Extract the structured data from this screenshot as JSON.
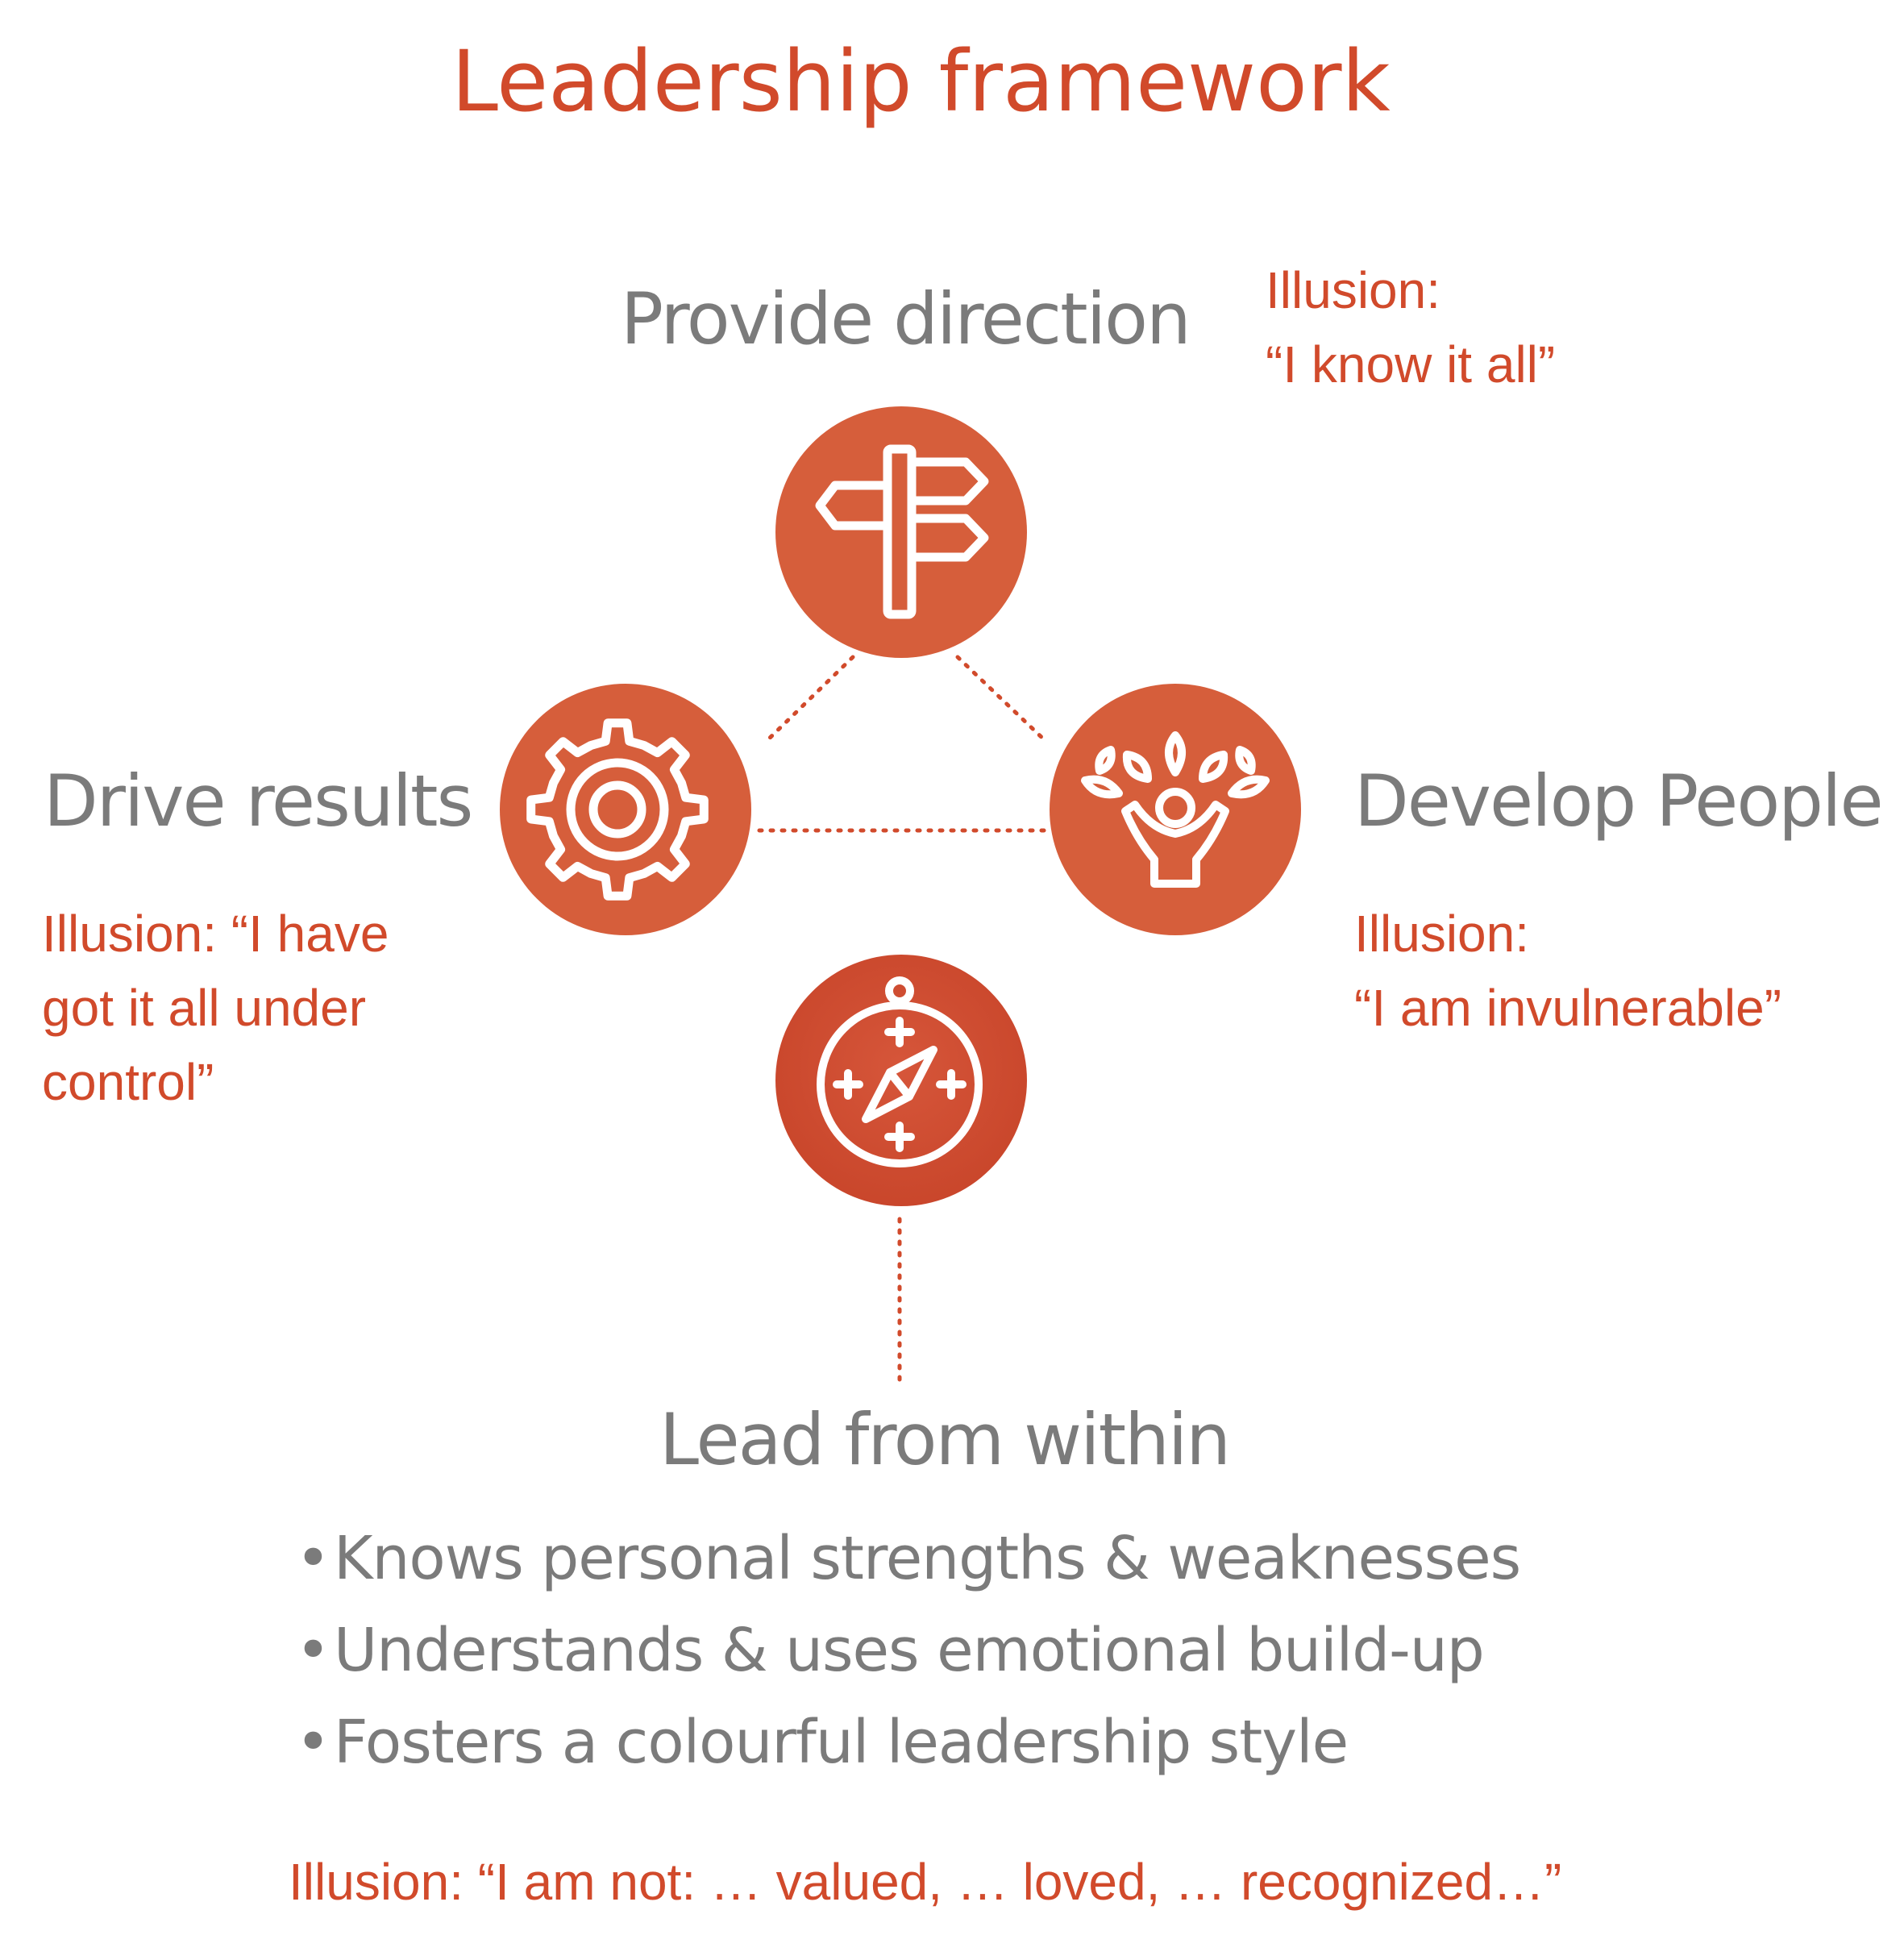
{
  "title": "Leadership framework",
  "nodes": {
    "provide_direction": {
      "label": "Provide direction",
      "illusion": "Illusion:\n“I know it all”",
      "icon": "signpost-icon"
    },
    "drive_results": {
      "label": "Drive results",
      "illusion": "Illusion: “I have\ngot it all under\ncontrol”",
      "icon": "gear-icon"
    },
    "develop_people": {
      "label": "Develop People",
      "illusion": "Illusion:\n“I am invulnerable”",
      "icon": "growing-person-icon"
    },
    "lead_from_within": {
      "label": "Lead from within",
      "icon": "compass-icon",
      "bullets": [
        "Knows personal strengths & weaknesses",
        "Understands & uses emotional build-up",
        "Fosters a colourful leadership style"
      ],
      "illusion": "Illusion: “I am not: … valued, … loved, … recognized…”"
    }
  },
  "colors": {
    "accent": "#d14a2b",
    "circle": "#d65e3b",
    "circle_bottom": "#cf4a2b",
    "label_gray": "#7b7b7b",
    "connector": "#d14a2b"
  }
}
